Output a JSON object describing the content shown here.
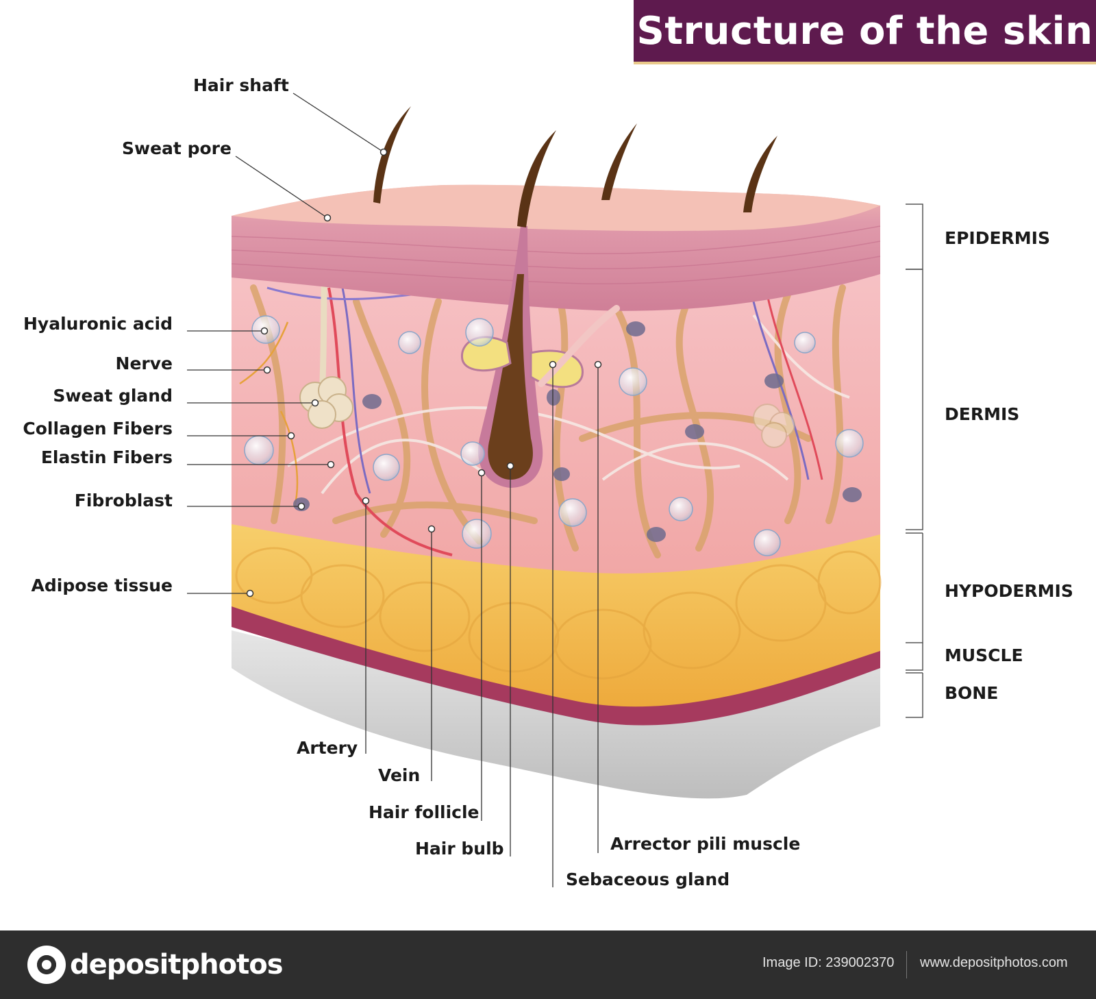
{
  "title": "Structure of the skin",
  "labels_left": {
    "hair_shaft": "Hair shaft",
    "sweat_pore": "Sweat pore",
    "hyaluronic_acid": "Hyaluronic acid",
    "nerve": "Nerve",
    "sweat_gland": "Sweat gland",
    "collagen_fibers": "Collagen Fibers",
    "elastin_fibers": "Elastin Fibers",
    "fibroblast": "Fibroblast",
    "adipose_tissue": "Adipose tissue"
  },
  "labels_bottom": {
    "artery": "Artery",
    "vein": "Vein",
    "hair_follicle": "Hair follicle",
    "hair_bulb": "Hair bulb",
    "arrector_pili_muscle": "Arrector pili muscle",
    "sebaceous_gland": "Sebaceous gland"
  },
  "layers": {
    "epidermis": "EPIDERMIS",
    "dermis": "DERMIS",
    "hypodermis": "HYPODERMIS",
    "muscle": "MUSCLE",
    "bone": "BONE"
  },
  "footer": {
    "logo": "depositphotos",
    "image_id": "Image ID: 239002370",
    "website": "www.depositphotos.com"
  },
  "colors": {
    "banner": "#5e1a4e",
    "epidermis": "#d98ba0",
    "dermis": "#f4b8bd",
    "hypodermis": "#f2c15a",
    "muscle": "#a63a5e",
    "bone": "#d4d4d4",
    "hair": "#5a3315"
  }
}
